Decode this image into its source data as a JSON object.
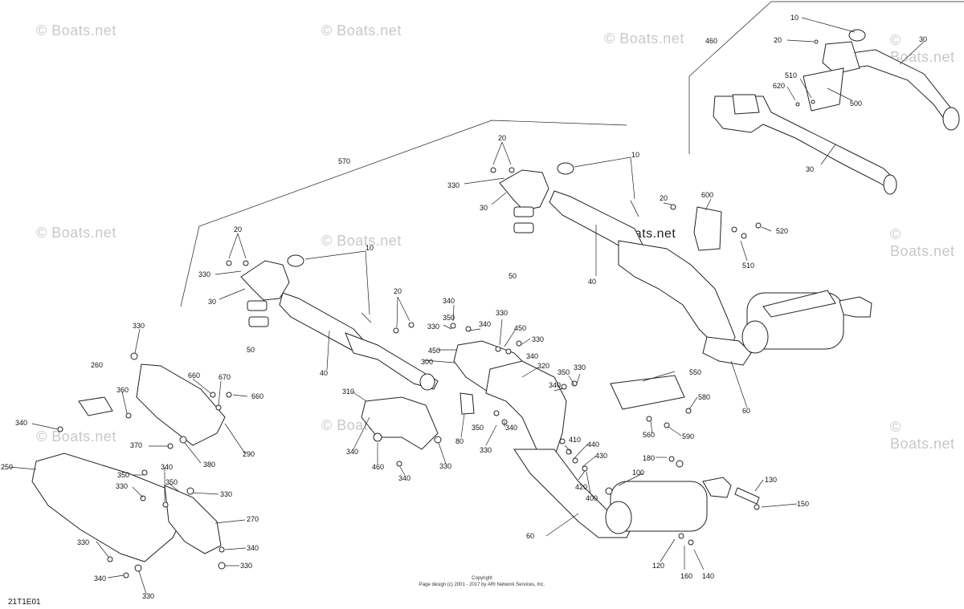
{
  "watermark": "© Boats.net",
  "figure_id": "21T1E01",
  "copyright": {
    "line1": "Copyright",
    "line2": "Page design (c) 2001 - 2017 by ARI Network Services, Inc."
  },
  "callouts": {
    "c10a": "10",
    "c20a": "20",
    "c460": "460",
    "c30a": "30",
    "c510a": "510",
    "c620": "620",
    "c500": "500",
    "c30b": "30",
    "c570": "570",
    "c20b": "20",
    "c10b": "10",
    "c330a": "330",
    "c30c": "30",
    "c40a": "40",
    "c50a": "50",
    "c20c": "20",
    "c600": "600",
    "c520": "520",
    "c510b": "510",
    "c20d": "20",
    "c10c": "10",
    "c330b": "330",
    "c30d": "30",
    "c50b": "50",
    "c40b": "40",
    "c20e": "20",
    "c340a": "340",
    "c350a": "350",
    "c330c": "330",
    "c330d": "330",
    "c340b": "340",
    "c450a": "450",
    "c330e": "330",
    "c450b": "450",
    "c340c": "340",
    "c300": "300",
    "c320": "320",
    "c350b": "350",
    "c330f": "330",
    "c340d": "340",
    "c550": "550",
    "c580a": "580",
    "c560": "560",
    "c590": "590",
    "c60a": "60",
    "c330g": "330",
    "c260": "260",
    "c660a": "660",
    "c670": "670",
    "c660b": "660",
    "c360": "360",
    "c340e": "340",
    "c370": "370",
    "c380": "380",
    "c290": "290",
    "c310": "310",
    "c80": "80",
    "c350c": "350",
    "c340f": "340",
    "c330h": "330",
    "c340g": "340",
    "c460b": "460",
    "c340h": "340",
    "c330i": "330",
    "c410": "410",
    "c440": "440",
    "c430": "430",
    "c420": "420",
    "c400": "400",
    "c180": "180",
    "c100": "100",
    "c130": "130",
    "c150": "150",
    "c60b": "60",
    "c120": "120",
    "c160": "160",
    "c140": "140",
    "c250": "250",
    "c350d": "350",
    "c340i": "340",
    "c330j": "330",
    "c350e": "350",
    "c330k": "330",
    "c270": "270",
    "c330l": "330",
    "c340j": "340",
    "c330m": "330",
    "c340k": "340",
    "c330n": "330"
  }
}
